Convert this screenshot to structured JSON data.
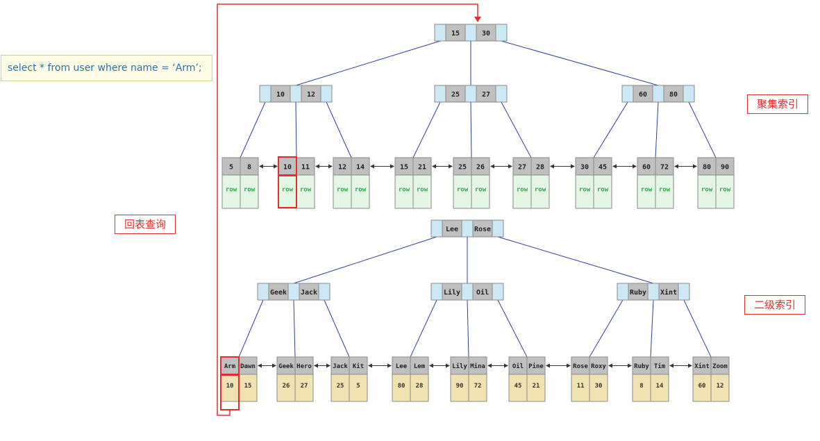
{
  "sql": "select * from user where name = ‘Arm’;",
  "labels": {
    "clustered": "聚集索引",
    "secondary": "二级索引",
    "lookup": "回表查询"
  },
  "clustered_index": {
    "root": [
      "15",
      "30"
    ],
    "internal": [
      [
        "10",
        "12"
      ],
      [
        "25",
        "27"
      ],
      [
        "60",
        "80"
      ]
    ],
    "leaves": [
      {
        "keys": [
          "5",
          "8"
        ],
        "data": [
          "row",
          "row"
        ]
      },
      {
        "keys": [
          "10",
          "11"
        ],
        "data": [
          "row",
          "row"
        ]
      },
      {
        "keys": [
          "12",
          "14"
        ],
        "data": [
          "row",
          "row"
        ]
      },
      {
        "keys": [
          "15",
          "21"
        ],
        "data": [
          "row",
          "row"
        ]
      },
      {
        "keys": [
          "25",
          "26"
        ],
        "data": [
          "row",
          "row"
        ]
      },
      {
        "keys": [
          "27",
          "28"
        ],
        "data": [
          "row",
          "row"
        ]
      },
      {
        "keys": [
          "30",
          "45"
        ],
        "data": [
          "row",
          "row"
        ]
      },
      {
        "keys": [
          "60",
          "72"
        ],
        "data": [
          "row",
          "row"
        ]
      },
      {
        "keys": [
          "80",
          "90"
        ],
        "data": [
          "row",
          "row"
        ]
      }
    ]
  },
  "secondary_index": {
    "root": [
      "Lee",
      "Rose"
    ],
    "internal": [
      [
        "Geek",
        "Jack"
      ],
      [
        "Lily",
        "Oil"
      ],
      [
        "Ruby",
        "Xint"
      ]
    ],
    "leaves": [
      {
        "keys": [
          "Arm",
          "Dawn"
        ],
        "data": [
          "10",
          "15"
        ]
      },
      {
        "keys": [
          "Geek",
          "Hero"
        ],
        "data": [
          "26",
          "27"
        ]
      },
      {
        "keys": [
          "Jack",
          "Kit"
        ],
        "data": [
          "25",
          "5"
        ]
      },
      {
        "keys": [
          "Lee",
          "Lem"
        ],
        "data": [
          "80",
          "28"
        ]
      },
      {
        "keys": [
          "Lily",
          "Mina"
        ],
        "data": [
          "90",
          "72"
        ]
      },
      {
        "keys": [
          "Oil",
          "Pine"
        ],
        "data": [
          "45",
          "21"
        ]
      },
      {
        "keys": [
          "Rose",
          "Roxy"
        ],
        "data": [
          "11",
          "30"
        ]
      },
      {
        "keys": [
          "Ruby",
          "Tim"
        ],
        "data": [
          "8",
          "14"
        ]
      },
      {
        "keys": [
          "Xint",
          "Zoom"
        ],
        "data": [
          "60",
          "12"
        ]
      }
    ]
  },
  "colors": {
    "key_cell": "#c0c0c0",
    "pointer_cell": "#cce8f4",
    "row_cell": "#e4f7e4",
    "row_text": "#2aa84a",
    "value_cell": "#f1e3b1",
    "edge": "#2c3ea3",
    "highlight": "#e0302b"
  }
}
